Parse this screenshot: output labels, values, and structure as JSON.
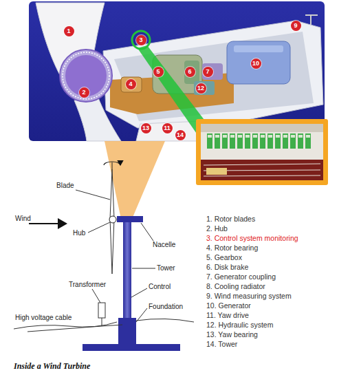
{
  "diagram": {
    "caption": "Inside a Wind Turbine",
    "labels": [
      "1",
      "9",
      "3",
      "10",
      "5",
      "6",
      "7",
      "12",
      "4",
      "2",
      "13",
      "11",
      "14",
      "Blade",
      "Wind",
      "Hub",
      "Nacelle",
      "Tower",
      "Transformer",
      "Control",
      "Foundation",
      "High voltage cable",
      "1. Rotor blades",
      "2. Hub",
      "3. Control system monitoring",
      "4. Rotor bearing",
      "5. Gearbox",
      "6. Disk brake",
      "7. Generator coupling",
      "8. Cooling radiator",
      "9. Wind measuring system",
      "10. Generator",
      "11. Yaw drive",
      "12. Hydraulic system",
      "13. Yaw bearing",
      "14. Tower"
    ]
  }
}
